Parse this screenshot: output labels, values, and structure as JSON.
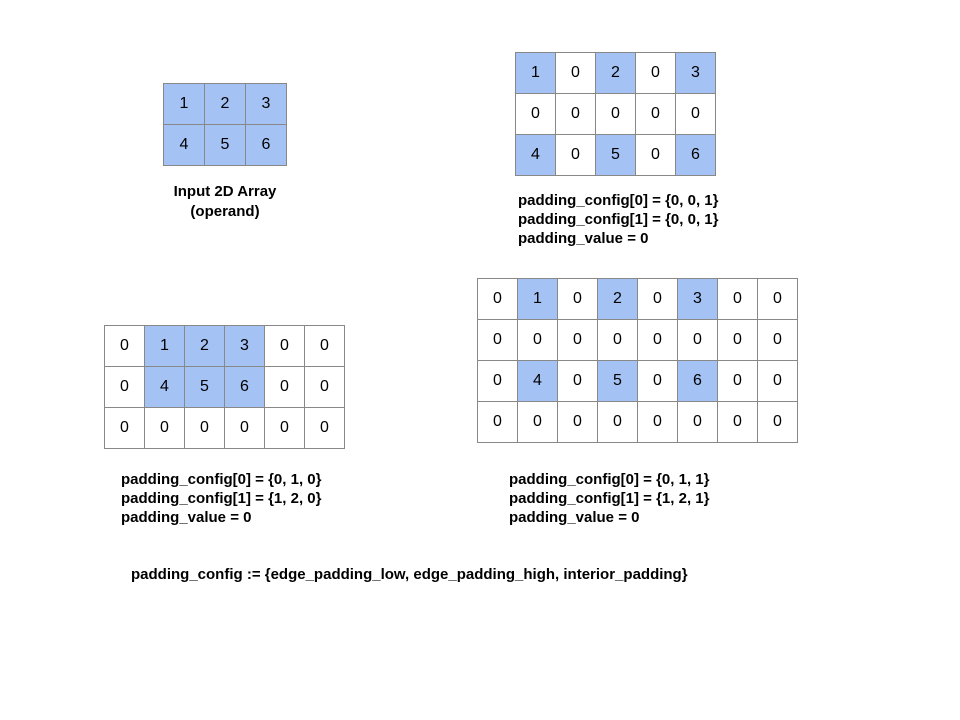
{
  "colors": {
    "background": "#ffffff",
    "cell_filled": "#a4c2f4",
    "cell_empty": "#ffffff",
    "cell_border": "#888888",
    "text": "#000000"
  },
  "input_array": {
    "title": "Input 2D Array",
    "subtitle": "(operand)"
  },
  "grids": {
    "input": {
      "cells": [
        [
          "1",
          "2",
          "3"
        ],
        [
          "4",
          "5",
          "6"
        ]
      ],
      "filled": [
        [
          1,
          1,
          1
        ],
        [
          1,
          1,
          1
        ]
      ]
    },
    "interior": {
      "cells": [
        [
          "1",
          "0",
          "2",
          "0",
          "3"
        ],
        [
          "0",
          "0",
          "0",
          "0",
          "0"
        ],
        [
          "4",
          "0",
          "5",
          "0",
          "6"
        ]
      ],
      "filled": [
        [
          1,
          0,
          1,
          0,
          1
        ],
        [
          0,
          0,
          0,
          0,
          0
        ],
        [
          1,
          0,
          1,
          0,
          1
        ]
      ]
    },
    "edge": {
      "cells": [
        [
          "0",
          "1",
          "2",
          "3",
          "0",
          "0"
        ],
        [
          "0",
          "4",
          "5",
          "6",
          "0",
          "0"
        ],
        [
          "0",
          "0",
          "0",
          "0",
          "0",
          "0"
        ]
      ],
      "filled": [
        [
          0,
          1,
          1,
          1,
          0,
          0
        ],
        [
          0,
          1,
          1,
          1,
          0,
          0
        ],
        [
          0,
          0,
          0,
          0,
          0,
          0
        ]
      ]
    },
    "both": {
      "cells": [
        [
          "0",
          "1",
          "0",
          "2",
          "0",
          "3",
          "0",
          "0"
        ],
        [
          "0",
          "0",
          "0",
          "0",
          "0",
          "0",
          "0",
          "0"
        ],
        [
          "0",
          "4",
          "0",
          "5",
          "0",
          "6",
          "0",
          "0"
        ],
        [
          "0",
          "0",
          "0",
          "0",
          "0",
          "0",
          "0",
          "0"
        ]
      ],
      "filled": [
        [
          0,
          1,
          0,
          1,
          0,
          1,
          0,
          0
        ],
        [
          0,
          0,
          0,
          0,
          0,
          0,
          0,
          0
        ],
        [
          0,
          1,
          0,
          1,
          0,
          1,
          0,
          0
        ],
        [
          0,
          0,
          0,
          0,
          0,
          0,
          0,
          0
        ]
      ]
    }
  },
  "examples": {
    "interior": {
      "lines": [
        "padding_config[0] = {0, 0, 1}",
        "padding_config[1] = {0, 0, 1}",
        "padding_value = 0"
      ]
    },
    "edge": {
      "lines": [
        "padding_config[0] = {0, 1, 0}",
        "padding_config[1] = {1, 2, 0}",
        "padding_value = 0"
      ]
    },
    "both": {
      "lines": [
        "padding_config[0] = {0, 1, 1}",
        "padding_config[1] = {1, 2, 1}",
        "padding_value = 0"
      ]
    }
  },
  "formula": "padding_config := {edge_padding_low, edge_padding_high, interior_padding}"
}
